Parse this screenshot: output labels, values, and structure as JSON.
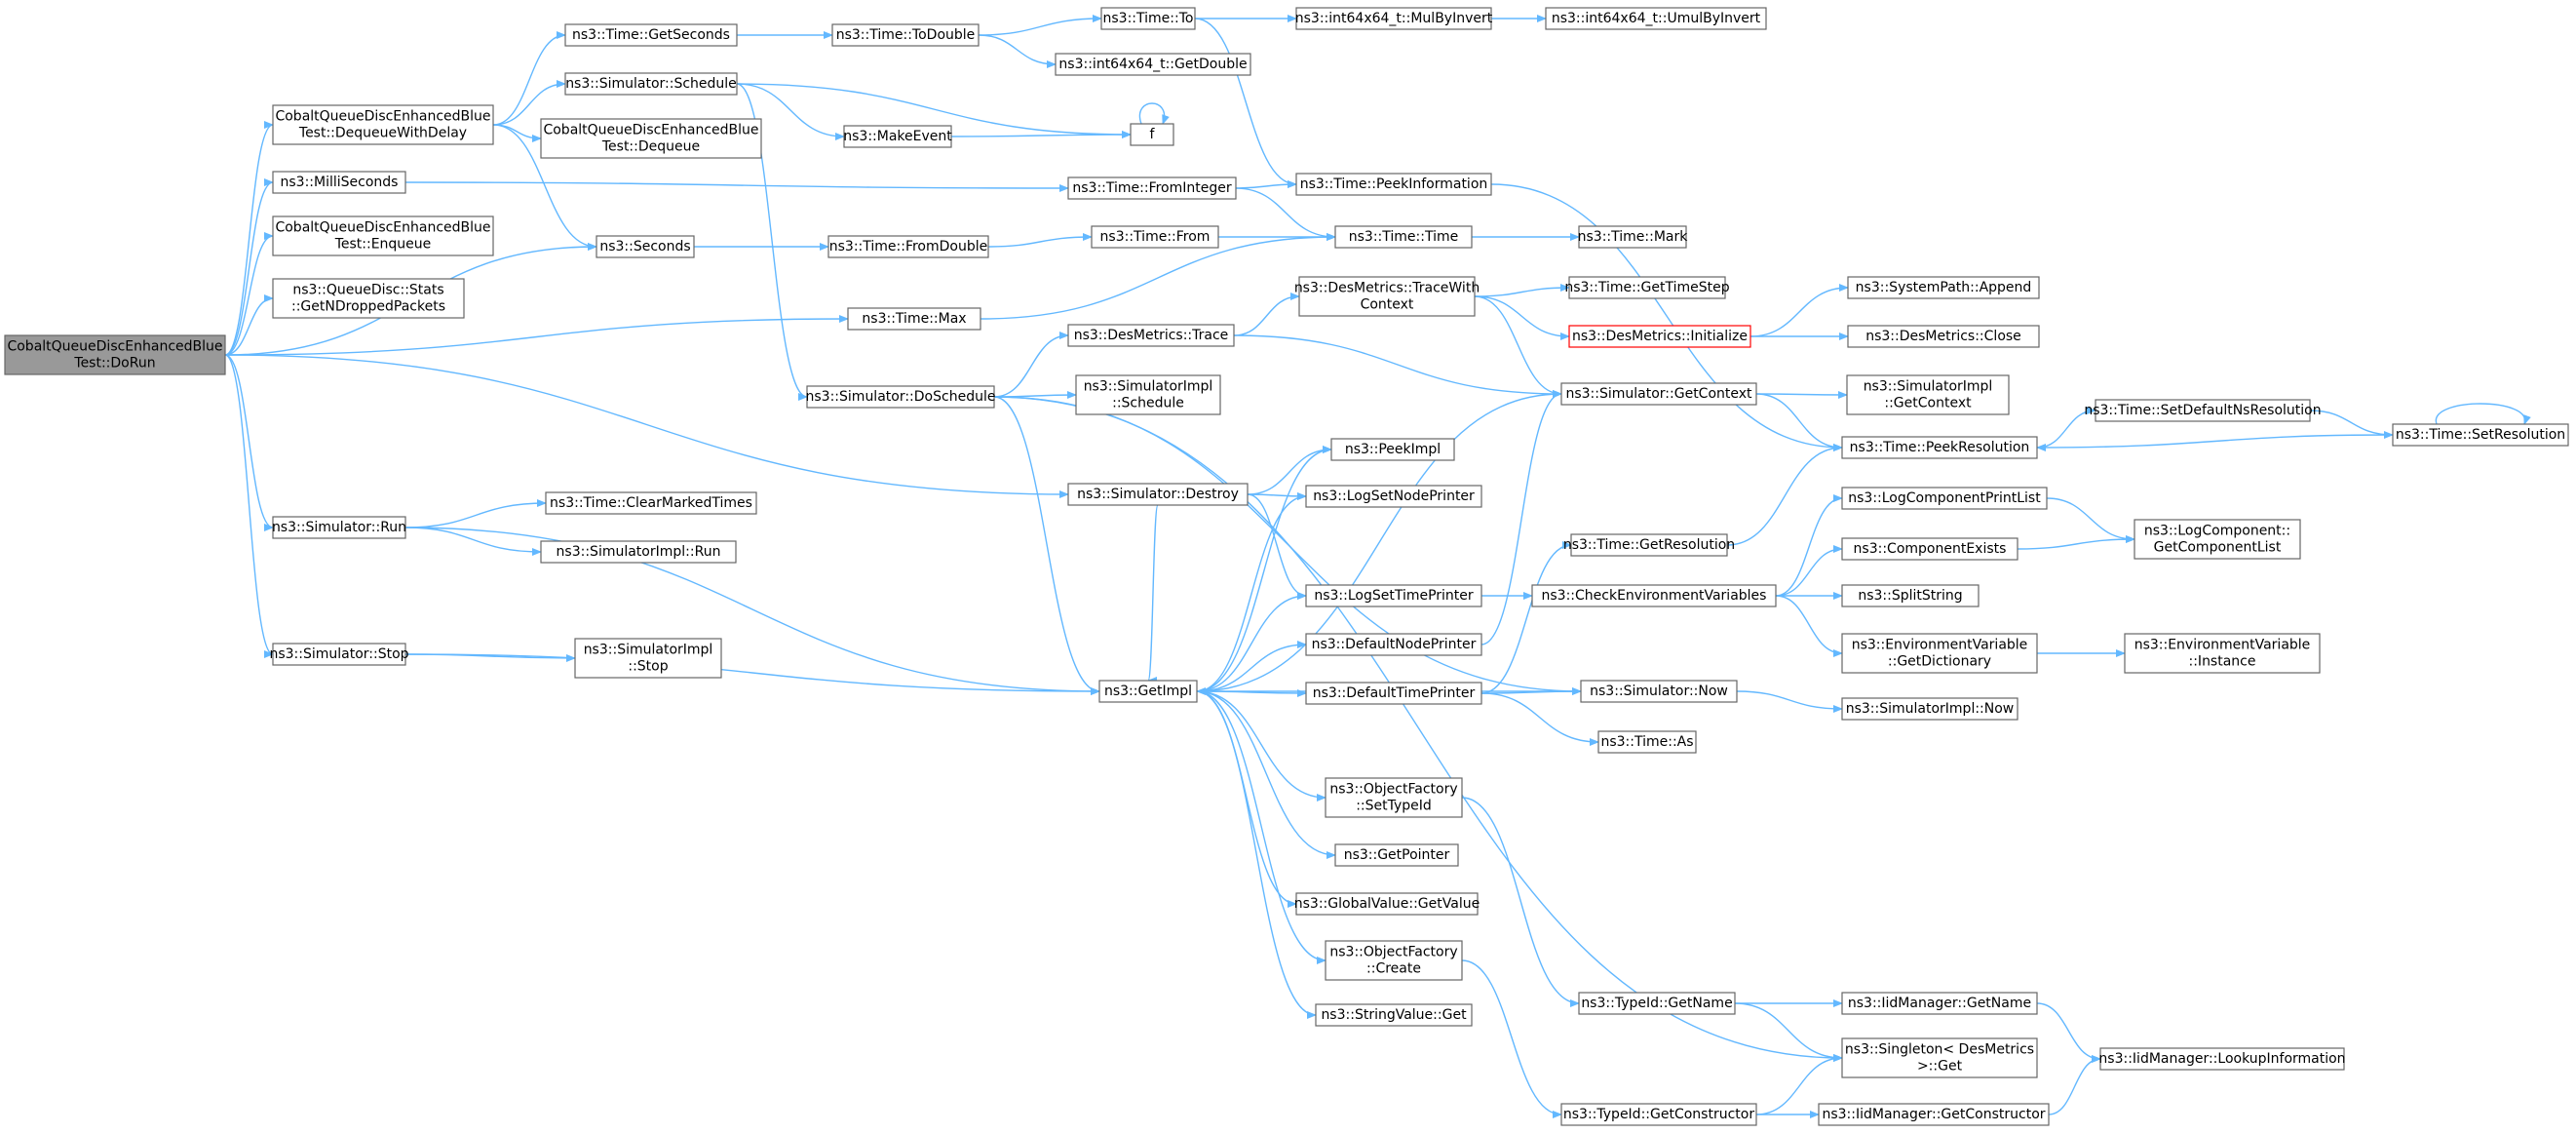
{
  "graph": {
    "edge_color": "#63b8ff",
    "root_fill": "#999999",
    "highlight_border": "#ff0000",
    "nodes": [
      {
        "id": "n0",
        "lines": [
          "CobaltQueueDiscEnhancedBlue",
          "Test::DoRun"
        ],
        "style": "root"
      },
      {
        "id": "n1",
        "lines": [
          "CobaltQueueDiscEnhancedBlue",
          "Test::DequeueWithDelay"
        ]
      },
      {
        "id": "n2",
        "lines": [
          "ns3::MilliSeconds"
        ]
      },
      {
        "id": "n3",
        "lines": [
          "CobaltQueueDiscEnhancedBlue",
          "Test::Enqueue"
        ]
      },
      {
        "id": "n4",
        "lines": [
          "ns3::QueueDisc::Stats",
          "::GetNDroppedPackets"
        ]
      },
      {
        "id": "n5",
        "lines": [
          "ns3::Seconds"
        ]
      },
      {
        "id": "n6",
        "lines": [
          "ns3::Time::Max"
        ]
      },
      {
        "id": "n7",
        "lines": [
          "ns3::Simulator::Destroy"
        ]
      },
      {
        "id": "n8",
        "lines": [
          "ns3::Simulator::Run"
        ]
      },
      {
        "id": "n9",
        "lines": [
          "ns3::Simulator::Stop"
        ]
      },
      {
        "id": "n10",
        "lines": [
          "ns3::Time::GetSeconds"
        ]
      },
      {
        "id": "n11",
        "lines": [
          "ns3::Simulator::Schedule"
        ]
      },
      {
        "id": "n12",
        "lines": [
          "CobaltQueueDiscEnhancedBlue",
          "Test::Dequeue"
        ]
      },
      {
        "id": "n13",
        "lines": [
          "ns3::Time::ToDouble"
        ]
      },
      {
        "id": "n14",
        "lines": [
          "ns3::Time::To"
        ]
      },
      {
        "id": "n15",
        "lines": [
          "ns3::int64x64_t::GetDouble"
        ]
      },
      {
        "id": "n16",
        "lines": [
          "ns3::int64x64_t::MulByInvert"
        ]
      },
      {
        "id": "n17",
        "lines": [
          "ns3::int64x64_t::UmulByInvert"
        ]
      },
      {
        "id": "n18",
        "lines": [
          "ns3::Time::PeekInformation"
        ]
      },
      {
        "id": "n19",
        "lines": [
          "ns3::Time::PeekResolution"
        ]
      },
      {
        "id": "n20",
        "lines": [
          "ns3::Time::SetDefaultNsResolution"
        ]
      },
      {
        "id": "n21",
        "lines": [
          "ns3::Time::SetResolution"
        ]
      },
      {
        "id": "n22",
        "lines": [
          "ns3::MakeEvent"
        ]
      },
      {
        "id": "n23",
        "lines": [
          "f"
        ]
      },
      {
        "id": "n24",
        "lines": [
          "ns3::Simulator::DoSchedule"
        ]
      },
      {
        "id": "n25",
        "lines": [
          "ns3::DesMetrics::Trace"
        ]
      },
      {
        "id": "n26",
        "lines": [
          "ns3::DesMetrics::TraceWith",
          "Context"
        ]
      },
      {
        "id": "n27",
        "lines": [
          "ns3::DesMetrics::Initialize"
        ],
        "style": "highlight"
      },
      {
        "id": "n28",
        "lines": [
          "ns3::SystemPath::Append"
        ]
      },
      {
        "id": "n29",
        "lines": [
          "ns3::DesMetrics::Close"
        ]
      },
      {
        "id": "n30",
        "lines": [
          "ns3::Singleton< DesMetrics",
          " >::Get"
        ]
      },
      {
        "id": "n31",
        "lines": [
          "ns3::Simulator::GetContext"
        ]
      },
      {
        "id": "n32",
        "lines": [
          "ns3::GetImpl"
        ]
      },
      {
        "id": "n33",
        "lines": [
          "ns3::CheckEnvironmentVariables"
        ]
      },
      {
        "id": "n34",
        "lines": [
          "ns3::EnvironmentVariable",
          "::GetDictionary"
        ]
      },
      {
        "id": "n35",
        "lines": [
          "ns3::EnvironmentVariable",
          "::Instance"
        ]
      },
      {
        "id": "n36",
        "lines": [
          "ns3::SplitString"
        ]
      },
      {
        "id": "n37",
        "lines": [
          "ns3::ComponentExists"
        ]
      },
      {
        "id": "n38",
        "lines": [
          "ns3::LogComponent::",
          "GetComponentList"
        ]
      },
      {
        "id": "n39",
        "lines": [
          "ns3::LogComponentPrintList"
        ]
      },
      {
        "id": "n40",
        "lines": [
          "ns3::SimulatorImpl",
          "::GetContext"
        ]
      },
      {
        "id": "n41",
        "lines": [
          "ns3::Simulator::Now"
        ]
      },
      {
        "id": "n42",
        "lines": [
          "ns3::SimulatorImpl::Now"
        ]
      },
      {
        "id": "n43",
        "lines": [
          "ns3::SimulatorImpl",
          "::Schedule"
        ]
      },
      {
        "id": "n44",
        "lines": [
          "ns3::Time::FromInteger"
        ]
      },
      {
        "id": "n45",
        "lines": [
          "ns3::Time::Time"
        ]
      },
      {
        "id": "n46",
        "lines": [
          "ns3::Time::Mark"
        ]
      },
      {
        "id": "n47",
        "lines": [
          "ns3::Time::FromDouble"
        ]
      },
      {
        "id": "n48",
        "lines": [
          "ns3::Time::From"
        ]
      },
      {
        "id": "n49",
        "lines": [
          "ns3::Time::GetTimeStep"
        ]
      },
      {
        "id": "n50",
        "lines": [
          "ns3::PeekImpl"
        ]
      },
      {
        "id": "n51",
        "lines": [
          "ns3::LogSetNodePrinter"
        ]
      },
      {
        "id": "n52",
        "lines": [
          "ns3::LogSetTimePrinter"
        ]
      },
      {
        "id": "n53",
        "lines": [
          "ns3::DefaultNodePrinter"
        ]
      },
      {
        "id": "n54",
        "lines": [
          "ns3::Time::GetResolution"
        ]
      },
      {
        "id": "n55",
        "lines": [
          "ns3::DefaultTimePrinter"
        ]
      },
      {
        "id": "n56",
        "lines": [
          "ns3::Time::As"
        ]
      },
      {
        "id": "n57",
        "lines": [
          "ns3::ObjectFactory",
          "::SetTypeId"
        ]
      },
      {
        "id": "n58",
        "lines": [
          "ns3::GetPointer"
        ]
      },
      {
        "id": "n59",
        "lines": [
          "ns3::GlobalValue::GetValue"
        ]
      },
      {
        "id": "n60",
        "lines": [
          "ns3::ObjectFactory",
          "::Create"
        ]
      },
      {
        "id": "n61",
        "lines": [
          "ns3::StringValue::Get"
        ]
      },
      {
        "id": "n62",
        "lines": [
          "ns3::TypeId::GetName"
        ]
      },
      {
        "id": "n63",
        "lines": [
          "ns3::IidManager::GetName"
        ]
      },
      {
        "id": "n64",
        "lines": [
          "ns3::IidManager::LookupInformation"
        ]
      },
      {
        "id": "n65",
        "lines": [
          "ns3::TypeId::GetConstructor"
        ]
      },
      {
        "id": "n66",
        "lines": [
          "ns3::IidManager::GetConstructor"
        ]
      },
      {
        "id": "n67",
        "lines": [
          "ns3::Time::ClearMarkedTimes"
        ]
      },
      {
        "id": "n68",
        "lines": [
          "ns3::SimulatorImpl::Run"
        ]
      },
      {
        "id": "n69",
        "lines": [
          "ns3::SimulatorImpl",
          "::Stop"
        ]
      }
    ],
    "edges": [
      [
        "n0",
        "n1"
      ],
      [
        "n0",
        "n2"
      ],
      [
        "n0",
        "n3"
      ],
      [
        "n0",
        "n4"
      ],
      [
        "n0",
        "n5"
      ],
      [
        "n0",
        "n6"
      ],
      [
        "n0",
        "n7"
      ],
      [
        "n0",
        "n8"
      ],
      [
        "n0",
        "n9"
      ],
      [
        "n1",
        "n10"
      ],
      [
        "n1",
        "n11"
      ],
      [
        "n1",
        "n12"
      ],
      [
        "n1",
        "n5"
      ],
      [
        "n10",
        "n13"
      ],
      [
        "n13",
        "n14"
      ],
      [
        "n13",
        "n15"
      ],
      [
        "n14",
        "n16"
      ],
      [
        "n14",
        "n18"
      ],
      [
        "n16",
        "n17"
      ],
      [
        "n11",
        "n22"
      ],
      [
        "n11",
        "n23"
      ],
      [
        "n11",
        "n24"
      ],
      [
        "n22",
        "n23"
      ],
      [
        "n23",
        "n23"
      ],
      [
        "n2",
        "n44"
      ],
      [
        "n44",
        "n18"
      ],
      [
        "n44",
        "n45"
      ],
      [
        "n18",
        "n19"
      ],
      [
        "n5",
        "n47"
      ],
      [
        "n47",
        "n48"
      ],
      [
        "n48",
        "n45"
      ],
      [
        "n45",
        "n46"
      ],
      [
        "n6",
        "n45"
      ],
      [
        "n24",
        "n25"
      ],
      [
        "n24",
        "n43"
      ],
      [
        "n24",
        "n32"
      ],
      [
        "n24",
        "n41"
      ],
      [
        "n24",
        "n30"
      ],
      [
        "n25",
        "n26"
      ],
      [
        "n25",
        "n31"
      ],
      [
        "n26",
        "n49"
      ],
      [
        "n26",
        "n27"
      ],
      [
        "n26",
        "n31"
      ],
      [
        "n27",
        "n28"
      ],
      [
        "n27",
        "n29"
      ],
      [
        "n31",
        "n40"
      ],
      [
        "n31",
        "n19"
      ],
      [
        "n19",
        "n20"
      ],
      [
        "n20",
        "n21"
      ],
      [
        "n21",
        "n19"
      ],
      [
        "n21",
        "n21"
      ],
      [
        "n7",
        "n50"
      ],
      [
        "n7",
        "n51"
      ],
      [
        "n7",
        "n52"
      ],
      [
        "n7",
        "n32"
      ],
      [
        "n8",
        "n67"
      ],
      [
        "n8",
        "n68"
      ],
      [
        "n8",
        "n32"
      ],
      [
        "n9",
        "n69"
      ],
      [
        "n9",
        "n32"
      ],
      [
        "n32",
        "n50"
      ],
      [
        "n32",
        "n51"
      ],
      [
        "n32",
        "n52"
      ],
      [
        "n32",
        "n53"
      ],
      [
        "n32",
        "n55"
      ],
      [
        "n32",
        "n57"
      ],
      [
        "n32",
        "n58"
      ],
      [
        "n32",
        "n59"
      ],
      [
        "n32",
        "n60"
      ],
      [
        "n32",
        "n61"
      ],
      [
        "n32",
        "n31"
      ],
      [
        "n52",
        "n33"
      ],
      [
        "n33",
        "n39"
      ],
      [
        "n33",
        "n37"
      ],
      [
        "n33",
        "n36"
      ],
      [
        "n33",
        "n34"
      ],
      [
        "n39",
        "n38"
      ],
      [
        "n37",
        "n38"
      ],
      [
        "n34",
        "n35"
      ],
      [
        "n53",
        "n31"
      ],
      [
        "n54",
        "n19"
      ],
      [
        "n55",
        "n54"
      ],
      [
        "n55",
        "n41"
      ],
      [
        "n55",
        "n56"
      ],
      [
        "n41",
        "n42"
      ],
      [
        "n41",
        "n32"
      ],
      [
        "n57",
        "n62"
      ],
      [
        "n60",
        "n65"
      ],
      [
        "n62",
        "n63"
      ],
      [
        "n62",
        "n30"
      ],
      [
        "n63",
        "n64"
      ],
      [
        "n65",
        "n66"
      ],
      [
        "n65",
        "n30"
      ],
      [
        "n66",
        "n64"
      ]
    ]
  }
}
